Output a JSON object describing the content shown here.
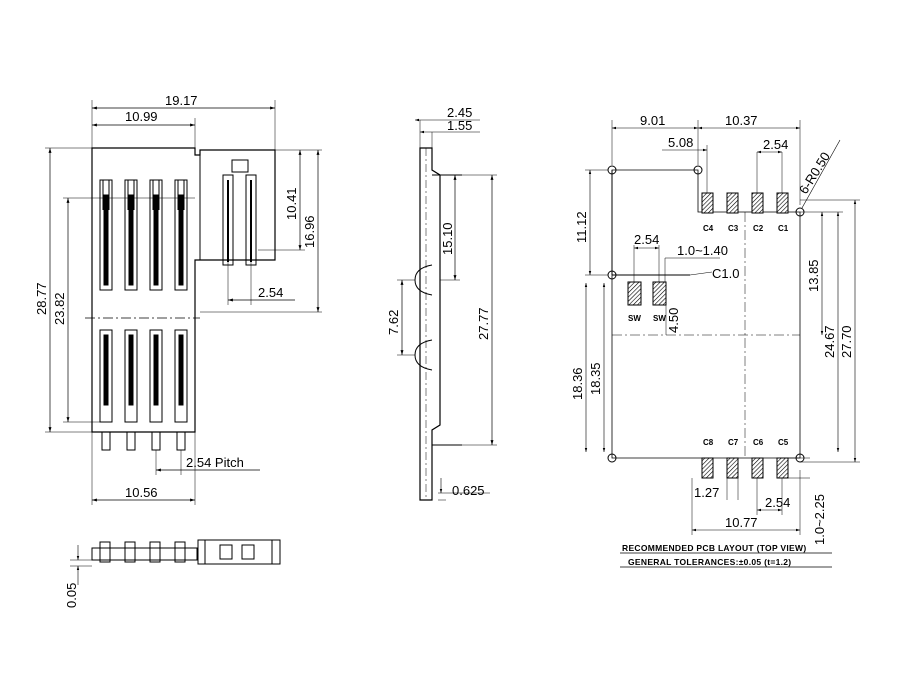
{
  "front_view": {
    "dim_overall_width": "19.17",
    "dim_body_width": "10.99",
    "dim_height_total": "28.77",
    "dim_height_contacts": "23.82",
    "dim_tab_height": "10.41",
    "dim_tab_offset": "16.96",
    "dim_tab_pitch": "2.54",
    "dim_pitch": "2.54 Pitch",
    "dim_bottom_width": "10.56"
  },
  "side_view": {
    "dim_top_outer": "2.45",
    "dim_top_inner": "1.55",
    "dim_upper_height": "15.10",
    "dim_bump_spacing": "7.62",
    "dim_total_height": "27.77",
    "dim_bottom_thickness": "0.625"
  },
  "bottom_view": {
    "dim_standoff": "0.05"
  },
  "pcb_layout": {
    "dim_left_width": "9.01",
    "dim_pad_span": "10.37",
    "dim_pad_offset": "5.08",
    "dim_pad_pitch_top": "2.54",
    "dim_hole_radius": "6-R0.50",
    "dim_top_height": "11.12",
    "dim_sw_pitch": "2.54",
    "dim_sw_pad": "1.0~1.40",
    "dim_corner_radius": "C1.0",
    "dim_sw_height": "4.50",
    "dim_right_13": "13.85",
    "dim_right_24": "24.67",
    "dim_right_27": "27.70",
    "dim_left_1836": "18.36",
    "dim_left_1835": "18.35",
    "dim_pad_width": "1.27",
    "dim_pad_pitch_bottom": "2.54",
    "dim_pad_length": "1.0~2.25",
    "dim_bottom_span": "10.77",
    "top_pads": [
      "C4",
      "C3",
      "C2",
      "C1"
    ],
    "bottom_pads": [
      "C8",
      "C7",
      "C6",
      "C5"
    ],
    "sw_pads": [
      "SW",
      "SW"
    ],
    "note_title": "RECOMMENDED PCB LAYOUT (TOP VIEW)",
    "note_tolerance": "GENERAL TOLERANCES:±0.05 (t=1.2)"
  }
}
